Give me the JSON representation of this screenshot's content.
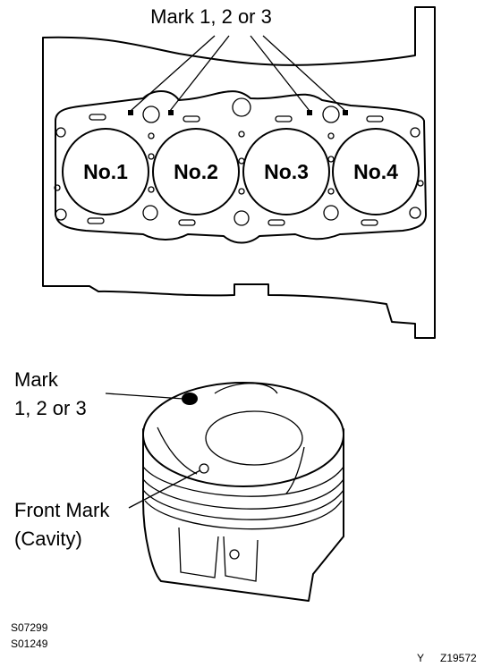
{
  "labels": {
    "top_mark": "Mark 1, 2 or 3",
    "piston_mark_line1": "Mark",
    "piston_mark_line2": "1, 2 or 3",
    "front_mark_line1": "Front Mark",
    "front_mark_line2": "(Cavity)"
  },
  "cylinders": [
    "No.1",
    "No.2",
    "No.3",
    "No.4"
  ],
  "codes": {
    "code1": "S07299",
    "code2": "S01249",
    "corner_letter": "Y",
    "figure_id": "Z19572"
  }
}
